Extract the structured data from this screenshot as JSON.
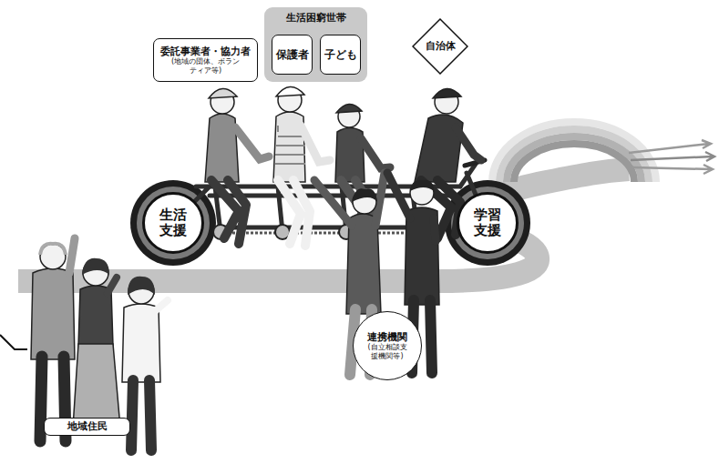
{
  "diagram": {
    "nodes": [
      {
        "text": [
          "委託事業者・協力者",
          "(地域の団体、ボランティア等)"
        ]
      },
      {
        "text": [
          "生活困窮世帯"
        ]
      },
      {
        "text": [
          "保護者"
        ],
        "in": 1
      },
      {
        "text": [
          "子ども"
        ],
        "in": 1
      },
      {
        "text": [
          "自治体"
        ]
      },
      {
        "text": [
          "生活 支援"
        ]
      },
      {
        "text": [
          "学習 支援"
        ]
      },
      {
        "text": [
          "連携機関",
          "(自立相談支援機関等)"
        ]
      },
      {
        "text": [
          "地域住民"
        ]
      }
    ],
    "edges": []
  }
}
